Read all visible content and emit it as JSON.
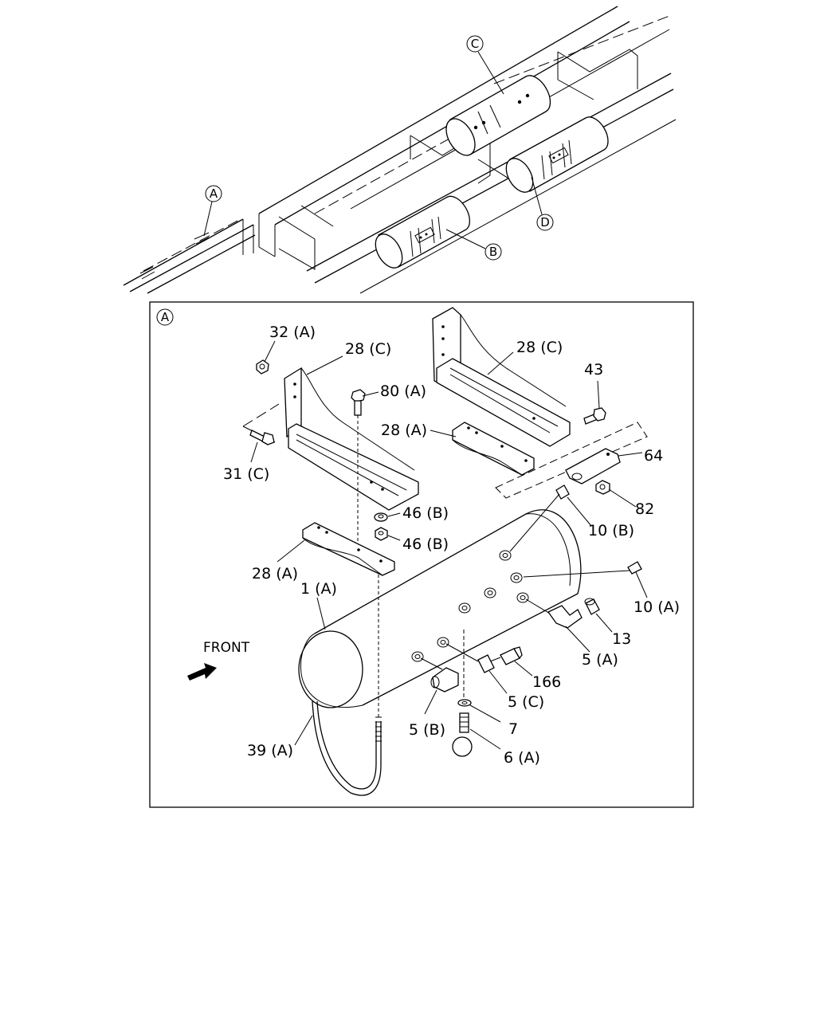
{
  "overview": {
    "callouts": {
      "A": "A",
      "B": "B",
      "C": "C",
      "D": "D"
    }
  },
  "detail": {
    "view_marker": "A",
    "front_label": "FRONT",
    "parts": {
      "p32A": "32 (A)",
      "p28C_left": "28 (C)",
      "p28C_right": "28 (C)",
      "p43": "43",
      "p80A": "80 (A)",
      "p28A_right": "28 (A)",
      "p64": "64",
      "p31C": "31 (C)",
      "p46B_top": "46 (B)",
      "p46B_bottom": "46 (B)",
      "p82": "82",
      "p10B": "10 (B)",
      "p28A_left": "28 (A)",
      "p1A": "1 (A)",
      "p10A": "10 (A)",
      "p13": "13",
      "p5A": "5 (A)",
      "p166": "166",
      "p5C": "5 (C)",
      "p5B": "5 (B)",
      "p7": "7",
      "p6A": "6 (A)",
      "p39A": "39 (A)"
    }
  }
}
